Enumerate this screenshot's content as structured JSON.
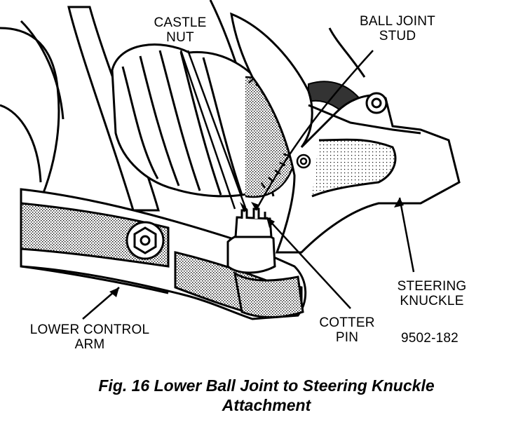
{
  "labels": {
    "castle_nut": [
      "CASTLE",
      "NUT"
    ],
    "ball_joint_stud": [
      "BALL JOINT",
      "STUD"
    ],
    "steering_knuckle": [
      "STEERING",
      "KNUCKLE"
    ],
    "lower_control_arm": [
      "LOWER CONTROL",
      "ARM"
    ],
    "cotter_pin": [
      "COTTER",
      "PIN"
    ]
  },
  "figure_number": "9502-182",
  "caption": [
    "Fig. 16 Lower Ball Joint to Steering Knuckle",
    "Attachment"
  ]
}
